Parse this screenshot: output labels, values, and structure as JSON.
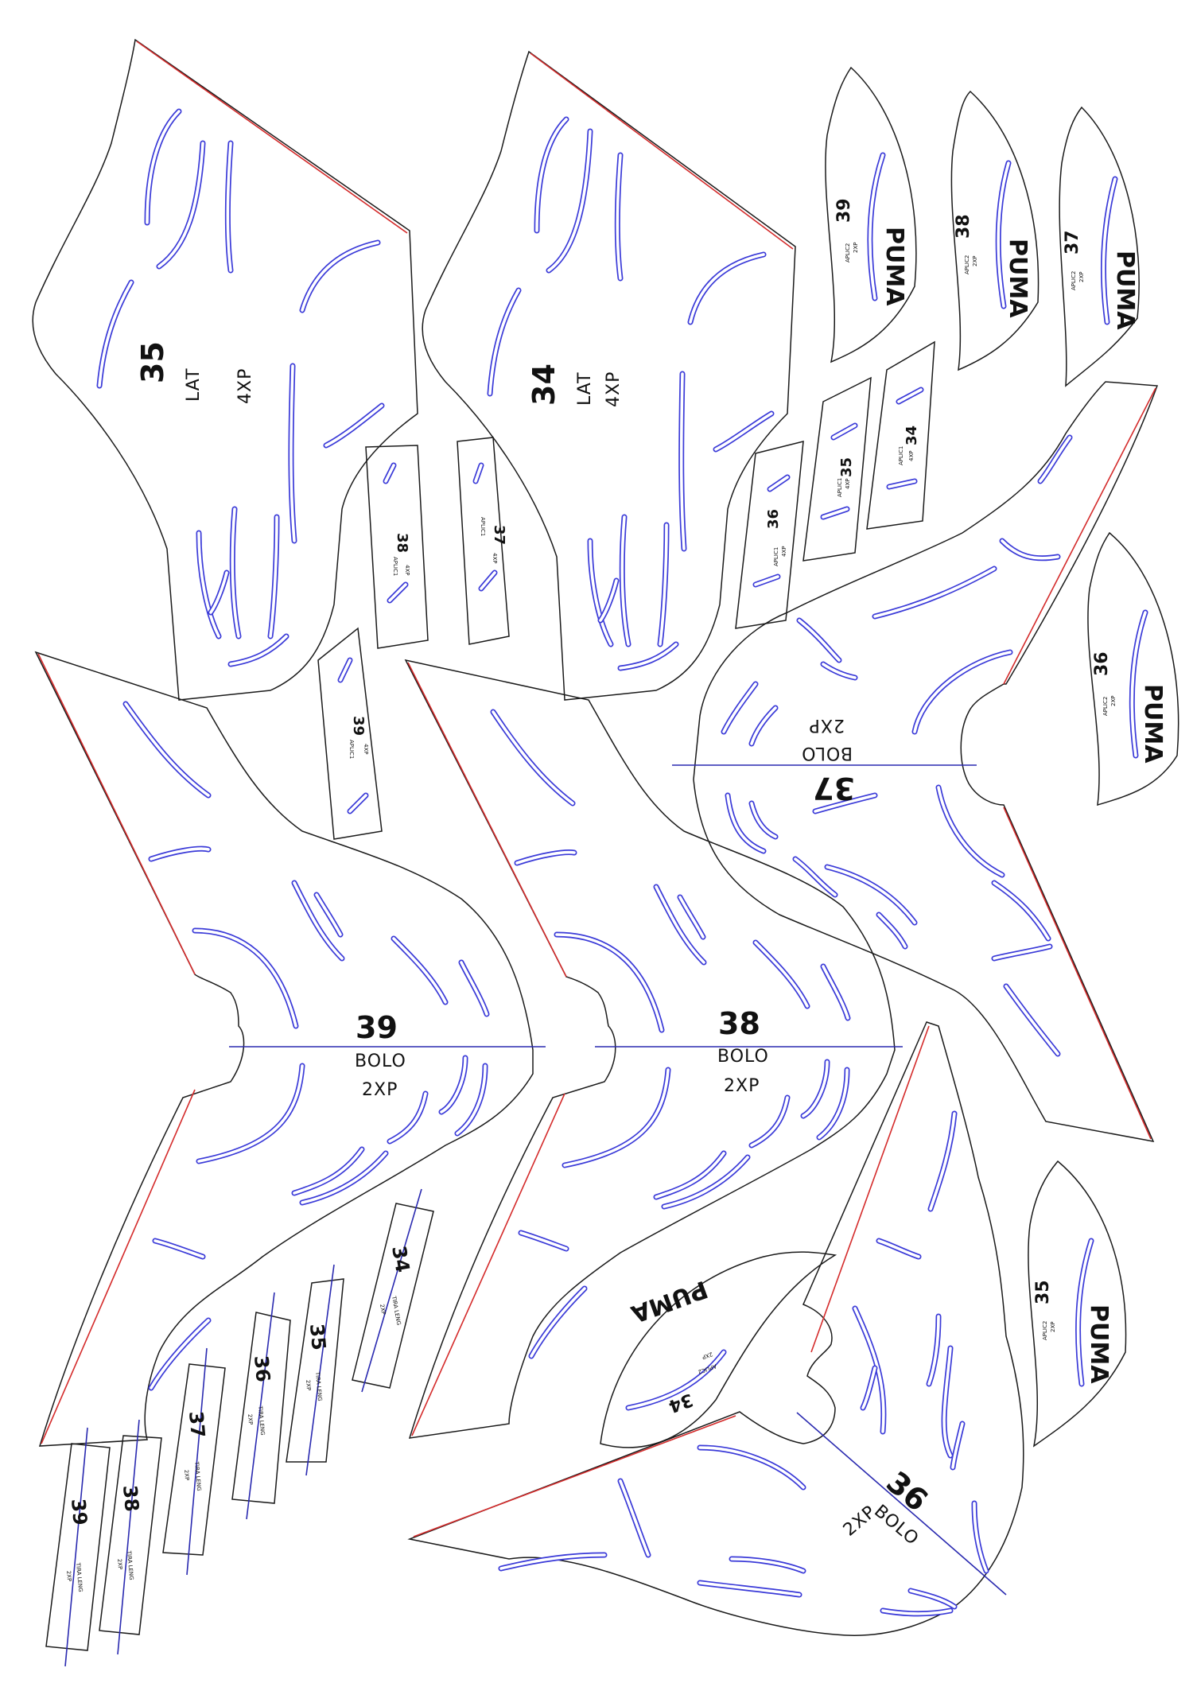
{
  "sheet": {
    "colors": {
      "outline": "#1a1a1a",
      "seam": "#d42b2b",
      "slot": "#3a3ad8",
      "axis": "#2a2ab0"
    },
    "brand": "PUMA",
    "lat": [
      {
        "size": "35",
        "name": "LAT",
        "qty": "4XP"
      },
      {
        "size": "34",
        "name": "LAT",
        "qty": "4XP"
      }
    ],
    "bolo": [
      {
        "size": "39",
        "name": "BOLO",
        "qty": "2XP"
      },
      {
        "size": "38",
        "name": "BOLO",
        "qty": "2XP"
      },
      {
        "size": "37",
        "name": "BOLO",
        "qty": "2XP"
      },
      {
        "size": "36",
        "name": "BOLO",
        "qty": "2XP"
      }
    ],
    "aplic1": [
      {
        "size": "38",
        "name": "APLIC1",
        "qty": "4XP"
      },
      {
        "size": "37",
        "name": "APLIC1",
        "qty": "4XP"
      },
      {
        "size": "39",
        "name": "APLIC1",
        "qty": "4XP"
      },
      {
        "size": "36",
        "name": "APLIC1",
        "qty": "4XP"
      },
      {
        "size": "35",
        "name": "APLIC1",
        "qty": "4XP"
      },
      {
        "size": "34",
        "name": "APLIC1",
        "qty": "4XP"
      }
    ],
    "aplic2": [
      {
        "size": "39",
        "name": "APLIC2",
        "qty": "2XP"
      },
      {
        "size": "38",
        "name": "APLIC2",
        "qty": "2XP"
      },
      {
        "size": "37",
        "name": "APLIC2",
        "qty": "2XP"
      },
      {
        "size": "36",
        "name": "APLIC2",
        "qty": "2XP"
      },
      {
        "size": "35",
        "name": "APLIC2",
        "qty": "2XP"
      },
      {
        "size": "34",
        "name": "APLIC2",
        "qty": "2XP"
      }
    ],
    "tira": [
      {
        "size": "34",
        "name": "TIRA LENG",
        "qty": "2XP"
      },
      {
        "size": "35",
        "name": "TIRA LENG",
        "qty": "2XP"
      },
      {
        "size": "36",
        "name": "TIRA LENG",
        "qty": "2XP"
      },
      {
        "size": "37",
        "name": "TIRA LENG",
        "qty": "2XP"
      },
      {
        "size": "38",
        "name": "TIRA LENG",
        "qty": "2XP"
      },
      {
        "size": "39",
        "name": "TIRA LENG",
        "qty": "2XP"
      }
    ]
  }
}
